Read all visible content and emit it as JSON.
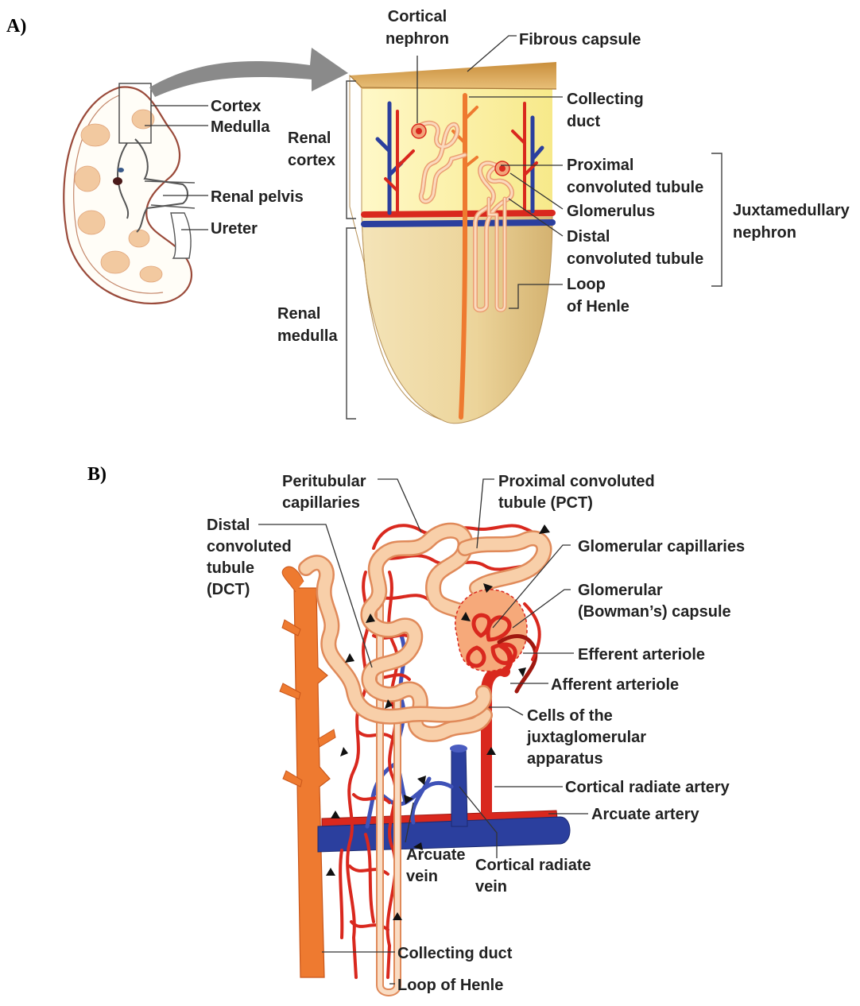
{
  "panel_a": {
    "panel_label": "A)",
    "labels": {
      "cortical_nephron": [
        "Cortical",
        "nephron"
      ],
      "fibrous_capsule": "Fibrous capsule",
      "cortex": "Cortex",
      "medulla": "Medulla",
      "renal_cortex": [
        "Renal",
        "cortex"
      ],
      "collecting_duct": [
        "Collecting",
        "duct"
      ],
      "proximal_convoluted_tubule": [
        "Proximal",
        "convoluted tubule"
      ],
      "glomerulus": "Glomerulus",
      "renal_pelvis": "Renal pelvis",
      "juxtamedullary_nephron": [
        "Juxtamedullary",
        "nephron"
      ],
      "ureter": "Ureter",
      "distal_convoluted_tubule": [
        "Distal",
        "convoluted tubule"
      ],
      "loop_of_henle": [
        "Loop",
        "of Henle"
      ],
      "renal_medulla": [
        "Renal",
        "medulla"
      ]
    }
  },
  "panel_b": {
    "panel_label": "B)",
    "labels": {
      "peritubular_capillaries": [
        "Peritubular",
        "capillaries"
      ],
      "proximal_convoluted_tubule": [
        "Proximal convoluted",
        "tubule (PCT)"
      ],
      "distal_convoluted_tubule": [
        "Distal",
        "convoluted",
        "tubule",
        "(DCT)"
      ],
      "glomerular_capillaries": "Glomerular capillaries",
      "glomerular_capsule": [
        "Glomerular",
        "(Bowman’s) capsule"
      ],
      "efferent_arteriole": "Efferent arteriole",
      "afferent_arteriole": "Afferent arteriole",
      "juxtaglomerular_apparatus": [
        "Cells of the",
        "juxtaglomerular",
        "apparatus"
      ],
      "cortical_radiate_artery": "Cortical radiate artery",
      "arcuate_artery": "Arcuate artery",
      "arcuate_vein": [
        "Arcuate",
        "vein"
      ],
      "cortical_radiate_vein": [
        "Cortical radiate",
        "vein"
      ],
      "collecting_duct": "Collecting duct",
      "loop_of_henle": "Loop of Henle"
    }
  },
  "colors": {
    "artery": "#d9281e",
    "vein": "#2b3f9e",
    "tubule": "#f4c39c",
    "tubule_edge": "#e08a5a",
    "collecting_duct": "#ee7a30",
    "capsule_brown": "#d7a85e",
    "cortex_yellow": "#fbf1a6",
    "medulla_tan": "#ecd49a",
    "kidney_outline": "#9a4a3a"
  }
}
